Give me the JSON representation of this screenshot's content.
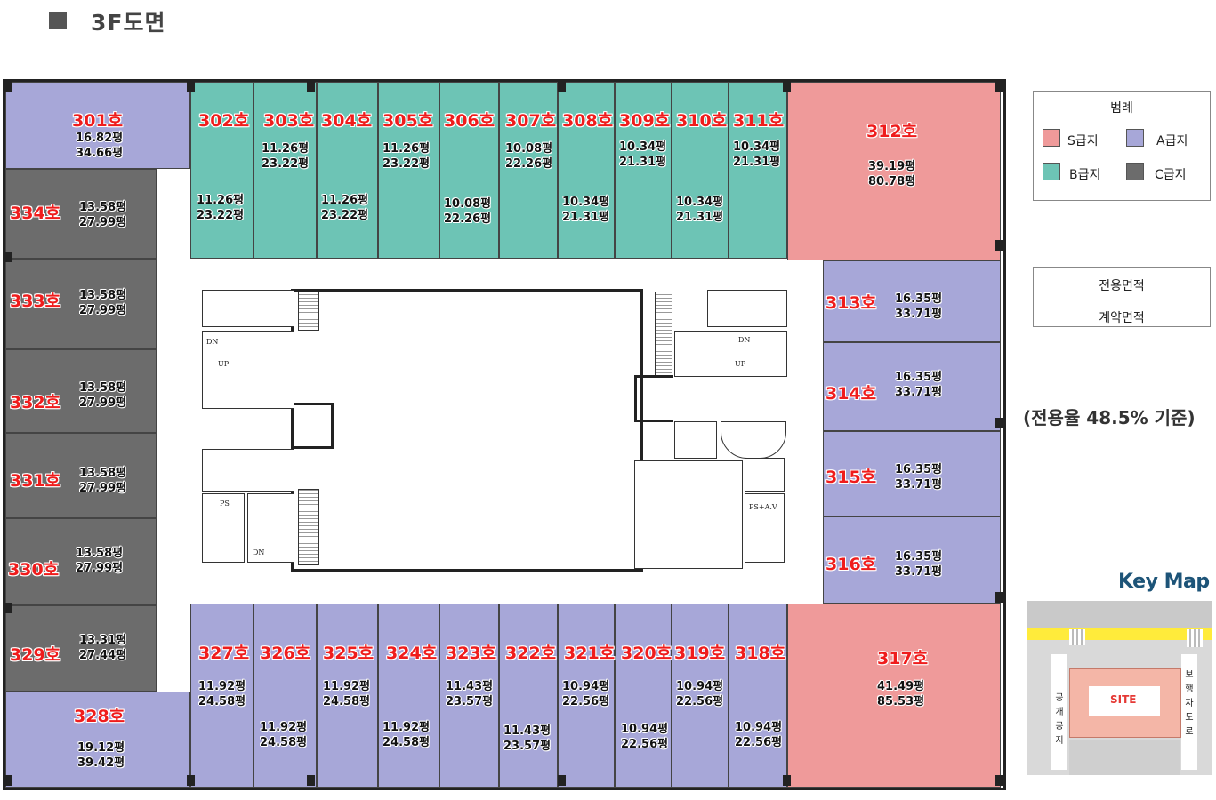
{
  "page": {
    "title": "3F도면"
  },
  "legend": {
    "title": "범례",
    "items": [
      {
        "label": "S급지",
        "color": "#ef9a9a"
      },
      {
        "label": "A급지",
        "color": "#a7a7d8"
      },
      {
        "label": "B급지",
        "color": "#6dc4b5"
      },
      {
        "label": "C급지",
        "color": "#6c6c6c"
      }
    ]
  },
  "key_box": {
    "line1": "전용면적",
    "line2": "계약면적"
  },
  "ratio_note": "(전용율 48.5% 기준)",
  "keymap": {
    "title": "Key Map",
    "site": "SITE",
    "left_road": "공개공지",
    "right_road": "보행자도로"
  },
  "units": [
    {
      "no": "301호",
      "grade": "A",
      "exclusive": "16.82평",
      "contract": "34.66평"
    },
    {
      "no": "302호",
      "grade": "B",
      "exclusive": "11.26평",
      "contract": "23.22평"
    },
    {
      "no": "303호",
      "grade": "B",
      "exclusive": "11.26평",
      "contract": "23.22평"
    },
    {
      "no": "304호",
      "grade": "B",
      "exclusive": "11.26평",
      "contract": "23.22평"
    },
    {
      "no": "305호",
      "grade": "B",
      "exclusive": "11.26평",
      "contract": "23.22평"
    },
    {
      "no": "306호",
      "grade": "B",
      "exclusive": "10.08평",
      "contract": "22.26평"
    },
    {
      "no": "307호",
      "grade": "B",
      "exclusive": "10.08평",
      "contract": "22.26평"
    },
    {
      "no": "308호",
      "grade": "B",
      "exclusive": "10.34평",
      "contract": "21.31평"
    },
    {
      "no": "309호",
      "grade": "B",
      "exclusive": "10.34평",
      "contract": "21.31평"
    },
    {
      "no": "310호",
      "grade": "B",
      "exclusive": "10.34평",
      "contract": "21.31평"
    },
    {
      "no": "311호",
      "grade": "B",
      "exclusive": "10.34평",
      "contract": "21.31평"
    },
    {
      "no": "312호",
      "grade": "S",
      "exclusive": "39.19평",
      "contract": "80.78평"
    },
    {
      "no": "313호",
      "grade": "A",
      "exclusive": "16.35평",
      "contract": "33.71평"
    },
    {
      "no": "314호",
      "grade": "A",
      "exclusive": "16.35평",
      "contract": "33.71평"
    },
    {
      "no": "315호",
      "grade": "A",
      "exclusive": "16.35평",
      "contract": "33.71평"
    },
    {
      "no": "316호",
      "grade": "A",
      "exclusive": "16.35평",
      "contract": "33.71평"
    },
    {
      "no": "317호",
      "grade": "S",
      "exclusive": "41.49평",
      "contract": "85.53평"
    },
    {
      "no": "318호",
      "grade": "A",
      "exclusive": "10.94평",
      "contract": "22.56평"
    },
    {
      "no": "319호",
      "grade": "A",
      "exclusive": "10.94평",
      "contract": "22.56평"
    },
    {
      "no": "320호",
      "grade": "A",
      "exclusive": "10.94평",
      "contract": "22.56평"
    },
    {
      "no": "321호",
      "grade": "A",
      "exclusive": "10.94평",
      "contract": "22.56평"
    },
    {
      "no": "322호",
      "grade": "A",
      "exclusive": "11.43평",
      "contract": "23.57평"
    },
    {
      "no": "323호",
      "grade": "A",
      "exclusive": "11.43평",
      "contract": "23.57평"
    },
    {
      "no": "324호",
      "grade": "A",
      "exclusive": "11.92평",
      "contract": "24.58평"
    },
    {
      "no": "325호",
      "grade": "A",
      "exclusive": "11.92평",
      "contract": "24.58평"
    },
    {
      "no": "326호",
      "grade": "A",
      "exclusive": "11.92평",
      "contract": "24.58평"
    },
    {
      "no": "327호",
      "grade": "A",
      "exclusive": "11.92평",
      "contract": "24.58평"
    },
    {
      "no": "328호",
      "grade": "A",
      "exclusive": "19.12평",
      "contract": "39.42평"
    },
    {
      "no": "329호",
      "grade": "C",
      "exclusive": "13.31평",
      "contract": "27.44평"
    },
    {
      "no": "330호",
      "grade": "C",
      "exclusive": "13.58평",
      "contract": "27.99평"
    },
    {
      "no": "331호",
      "grade": "C",
      "exclusive": "13.58평",
      "contract": "27.99평"
    },
    {
      "no": "332호",
      "grade": "C",
      "exclusive": "13.58평",
      "contract": "27.99평"
    },
    {
      "no": "333호",
      "grade": "C",
      "exclusive": "13.58평",
      "contract": "27.99평"
    },
    {
      "no": "334호",
      "grade": "C",
      "exclusive": "13.58평",
      "contract": "27.99평"
    }
  ],
  "core_labels": {
    "stair": "DN",
    "stair_up": "UP",
    "ps": "PS",
    "ps_av": "PS+A.V"
  }
}
